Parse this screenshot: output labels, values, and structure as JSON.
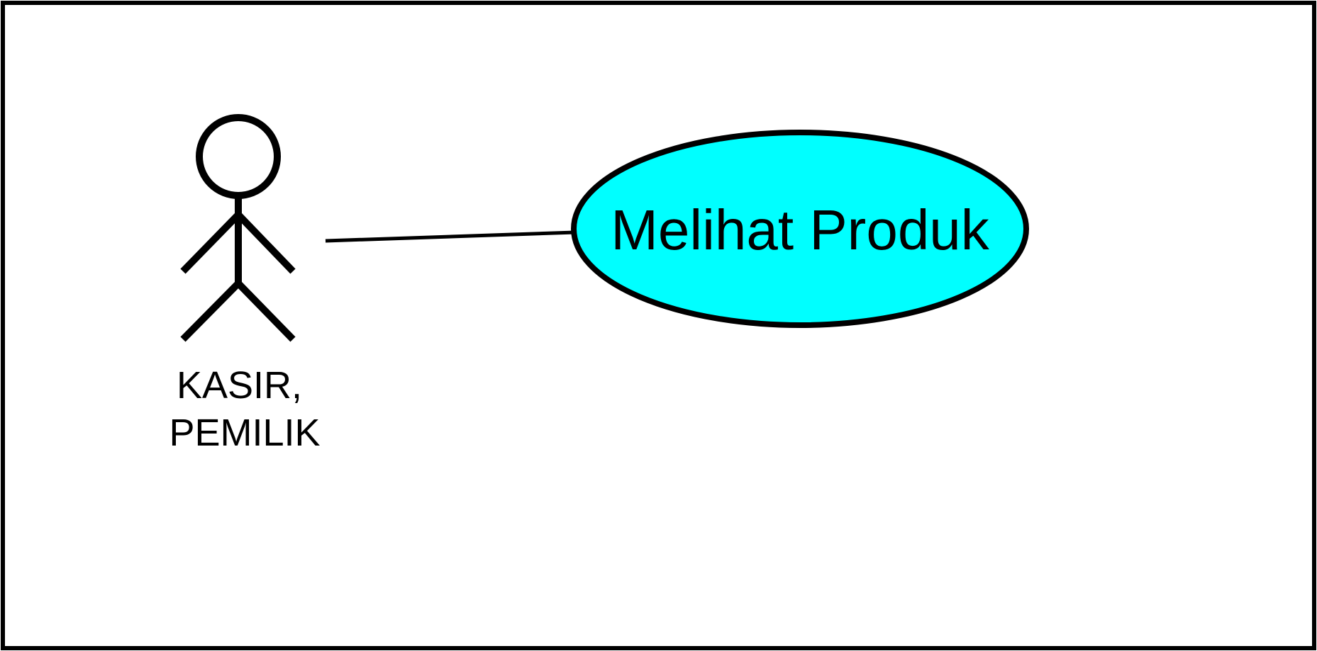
{
  "diagram": {
    "type": "use-case",
    "actor": {
      "label_lines": [
        "KASIR,",
        "PEMILIK"
      ]
    },
    "use_case": {
      "label": "Melihat Produk",
      "fill_color": "#00FFFF"
    },
    "stroke_color": "#000000",
    "background_color": "#FFFFFF"
  }
}
